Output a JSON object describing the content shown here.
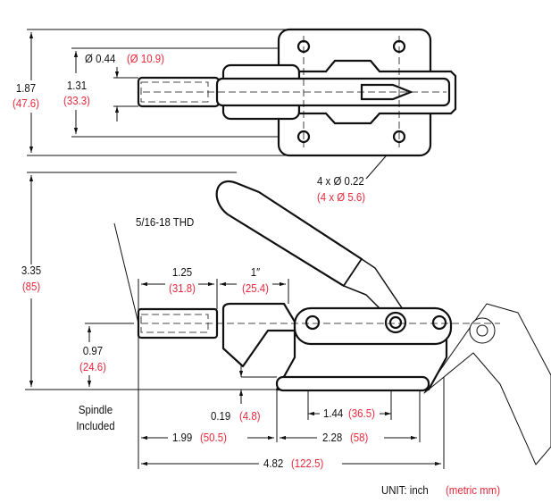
{
  "colors": {
    "ink": "#111111",
    "metric": "#e8263a"
  },
  "top_view": {
    "overall_height": {
      "inch": "1.87",
      "mm": "(47.6)"
    },
    "mounting_span": {
      "inch": "1.31",
      "mm": "(33.3)"
    },
    "spindle_diameter": {
      "inch": "Ø 0.44",
      "mm": "(Ø 10.9)"
    },
    "mounting_holes": {
      "inch": "4 x Ø 0.22",
      "mm": "(4 x Ø 5.6)"
    }
  },
  "side_view": {
    "height": {
      "inch": "3.35",
      "mm": "(85)"
    },
    "thread": "5/16-18 THD",
    "thread_length": {
      "inch": "1.25",
      "mm": "(31.8)"
    },
    "stroke": {
      "inch": "1″",
      "mm": "(25.4)"
    },
    "spindle_height": {
      "inch": "0.97",
      "mm": "(24.6)"
    },
    "base_thickness": {
      "inch": "0.19",
      "mm": "(4.8)"
    },
    "hole_spacing": {
      "inch": "1.44",
      "mm": "(36.5)"
    },
    "front_offset": {
      "inch": "1.99",
      "mm": "(50.5)"
    },
    "base_length": {
      "inch": "2.28",
      "mm": "(58)"
    },
    "overall_length": {
      "inch": "4.82",
      "mm": "(122.5)"
    },
    "note_line1": "Spindle",
    "note_line2": "Included"
  },
  "unit": {
    "label": "UNIT: inch",
    "metric": "(metric mm)"
  }
}
